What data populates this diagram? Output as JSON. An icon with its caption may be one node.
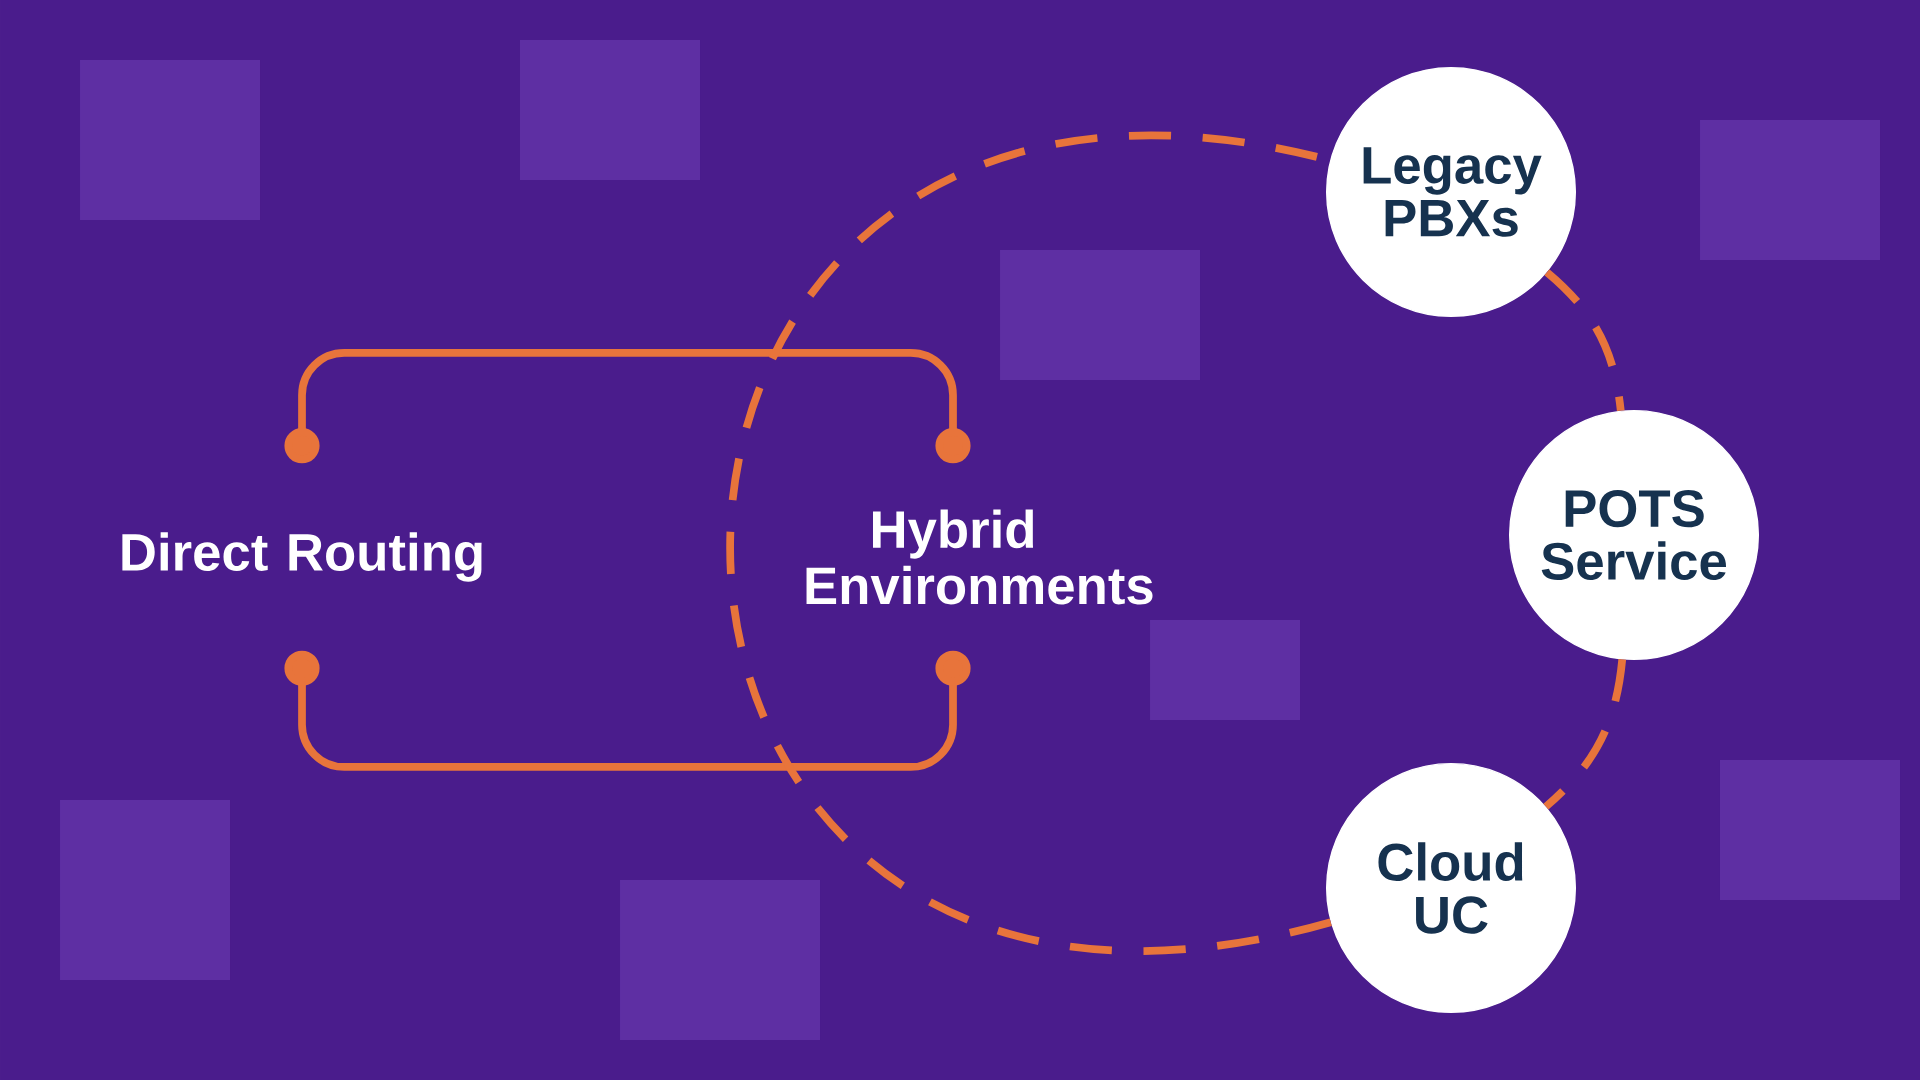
{
  "diagram": {
    "nodes": [
      {
        "text": [
          "Direct Routing"
        ]
      },
      {
        "text": [
          "Hybrid Environments"
        ]
      },
      {
        "text": [
          "Legacy PBXs"
        ]
      },
      {
        "text": [
          "POTS Service"
        ]
      },
      {
        "text": [
          "Cloud UC"
        ]
      }
    ],
    "edges": [
      {
        "from": 0,
        "to": 1,
        "arrow": "other"
      },
      {
        "from": 0,
        "to": 1,
        "arrow": "other"
      },
      {
        "from": 2,
        "to": 3,
        "arrow": "none",
        "style": "dashed"
      },
      {
        "from": 3,
        "to": 4,
        "arrow": "none",
        "style": "dashed"
      },
      {
        "from": 4,
        "to": 2,
        "arrow": "none",
        "style": "dashed"
      }
    ]
  }
}
